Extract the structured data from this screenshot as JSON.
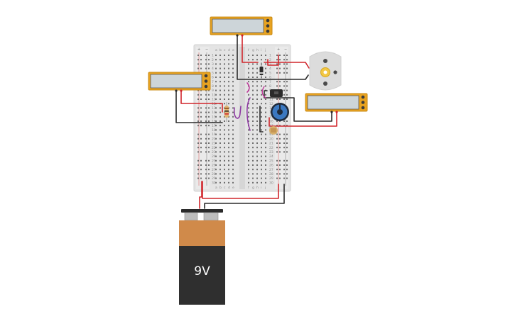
{
  "battery": {
    "label": "9V",
    "top_color": "#d08a4a",
    "body_color": "#2f2f2f"
  },
  "breadboard": {
    "row_count": 30,
    "column_letters_left": [
      "a",
      "b",
      "c",
      "d",
      "e"
    ],
    "column_letters_right": [
      "f",
      "g",
      "h",
      "i",
      "j"
    ],
    "rail_plus": "+",
    "rail_minus": "−"
  },
  "multimeters": [
    {
      "id": "top",
      "body_color": "#e8a321"
    },
    {
      "id": "left",
      "body_color": "#e8a321"
    },
    {
      "id": "right",
      "body_color": "#e8a321"
    }
  ],
  "components": {
    "dc_motor": "dc-motor",
    "resistor": "resistor",
    "potentiometer": "potentiometer",
    "photoresistor": "photoresistor",
    "diode": "diode",
    "transistor": "transistor"
  },
  "wire_colors": {
    "red": "#d1262c",
    "black": "#2b2b2b",
    "purple": "#8e3aa3",
    "magenta": "#c0399a"
  }
}
